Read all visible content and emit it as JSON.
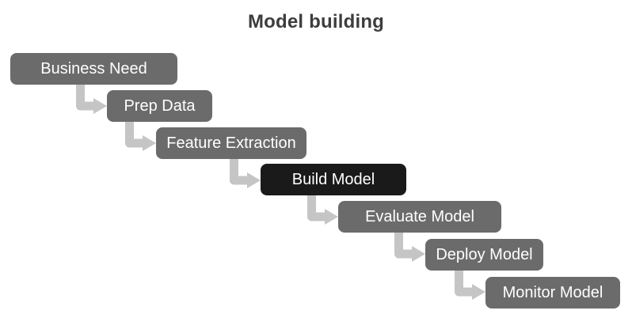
{
  "title": "Model building",
  "colors": {
    "box": "#6b6b6b",
    "highlight_box": "#1a1a1a",
    "box_text": "#ffffff",
    "arrow": "#c5c5c5",
    "title_text": "#3d3d3d",
    "background": "#ffffff"
  },
  "steps": [
    {
      "label": "Business Need",
      "highlighted": false
    },
    {
      "label": "Prep Data",
      "highlighted": false
    },
    {
      "label": "Feature Extraction",
      "highlighted": false
    },
    {
      "label": "Build Model",
      "highlighted": true
    },
    {
      "label": "Evaluate Model",
      "highlighted": false
    },
    {
      "label": "Deploy Model",
      "highlighted": false
    },
    {
      "label": "Monitor Model",
      "highlighted": false
    }
  ]
}
